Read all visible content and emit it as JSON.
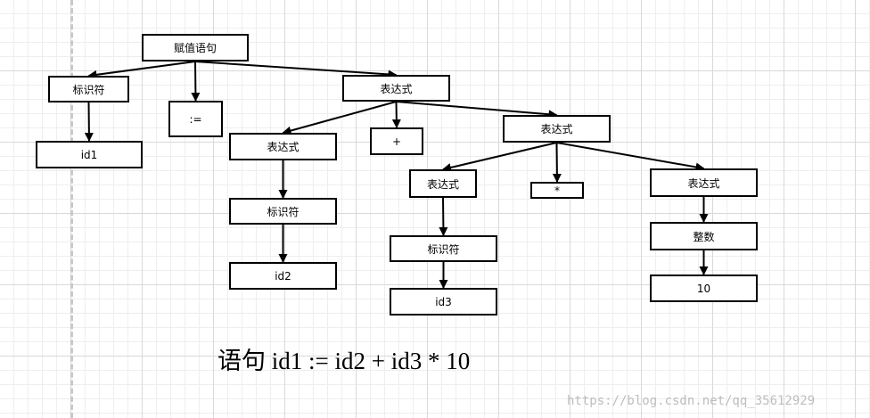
{
  "diagram": {
    "nodes": {
      "assign": {
        "label": "赋值语句"
      },
      "id_a": {
        "label": "标识符"
      },
      "op_assign": {
        "label": ":="
      },
      "expr_root": {
        "label": "表达式"
      },
      "id1": {
        "label": "id1"
      },
      "expr_l": {
        "label": "表达式"
      },
      "op_plus": {
        "label": "+"
      },
      "expr_r": {
        "label": "表达式"
      },
      "id_b": {
        "label": "标识符"
      },
      "id2": {
        "label": "id2"
      },
      "expr_rl": {
        "label": "表达式"
      },
      "op_mul": {
        "label": "*"
      },
      "expr_rr": {
        "label": "表达式"
      },
      "id_c": {
        "label": "标识符"
      },
      "id3": {
        "label": "id3"
      },
      "int": {
        "label": "整数"
      },
      "num10": {
        "label": "10"
      }
    },
    "edges": [
      [
        "assign",
        "id_a"
      ],
      [
        "assign",
        "op_assign"
      ],
      [
        "assign",
        "expr_root"
      ],
      [
        "id_a",
        "id1"
      ],
      [
        "expr_root",
        "expr_l"
      ],
      [
        "expr_root",
        "op_plus"
      ],
      [
        "expr_root",
        "expr_r"
      ],
      [
        "expr_l",
        "id_b"
      ],
      [
        "id_b",
        "id2"
      ],
      [
        "expr_r",
        "expr_rl"
      ],
      [
        "expr_r",
        "op_mul"
      ],
      [
        "expr_r",
        "expr_rr"
      ],
      [
        "expr_rl",
        "id_c"
      ],
      [
        "id_c",
        "id3"
      ],
      [
        "expr_rr",
        "int"
      ],
      [
        "int",
        "num10"
      ]
    ],
    "caption": "语句 id1 := id2 + id3 * 10"
  },
  "watermark": "https://blog.csdn.net/qq_35612929",
  "colors": {
    "line": "#000000",
    "box_border": "#000000",
    "grid": "#d9d9d9",
    "watermark": "#bdbdbd"
  }
}
